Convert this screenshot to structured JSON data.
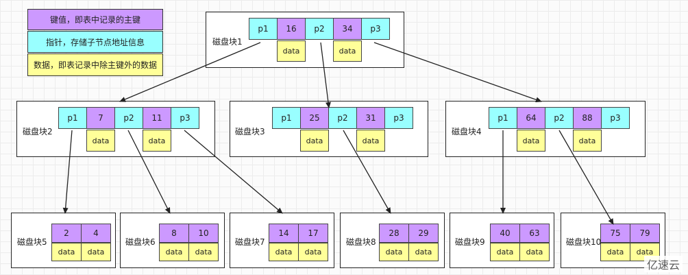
{
  "colors": {
    "pointer": "#99ffff",
    "key": "#cc99ff",
    "data": "#ffff99"
  },
  "legend": {
    "key": "键值，即表中记录的主键",
    "pointer": "指针，存储子节点地址信息",
    "data": "数据，即表记录中除主键外的数据"
  },
  "blocks": [
    {
      "id": "b1",
      "name": "磁盘块1",
      "pointers": [
        "p1",
        "p2",
        "p3"
      ],
      "keys": [
        "16",
        "34"
      ],
      "data": [
        "data",
        "data"
      ]
    },
    {
      "id": "b2",
      "name": "磁盘块2",
      "pointers": [
        "p1",
        "p2",
        "p3"
      ],
      "keys": [
        "7",
        "11"
      ],
      "data": [
        "data",
        "data"
      ]
    },
    {
      "id": "b3",
      "name": "磁盘块3",
      "pointers": [
        "p1",
        "p2",
        "p3"
      ],
      "keys": [
        "25",
        "31"
      ],
      "data": [
        "data",
        "data"
      ]
    },
    {
      "id": "b4",
      "name": "磁盘块4",
      "pointers": [
        "p1",
        "p2",
        "p3"
      ],
      "keys": [
        "64",
        "88"
      ],
      "data": [
        "data",
        "data"
      ]
    },
    {
      "id": "b5",
      "name": "磁盘块5",
      "keys": [
        "2",
        "4"
      ],
      "data": [
        "data",
        "data"
      ]
    },
    {
      "id": "b6",
      "name": "磁盘块6",
      "keys": [
        "8",
        "10"
      ],
      "data": [
        "data",
        "data"
      ]
    },
    {
      "id": "b7",
      "name": "磁盘块7",
      "keys": [
        "14",
        "17"
      ],
      "data": [
        "data",
        "data"
      ]
    },
    {
      "id": "b8",
      "name": "磁盘块8",
      "keys": [
        "28",
        "29"
      ],
      "data": [
        "data",
        "data"
      ]
    },
    {
      "id": "b9",
      "name": "磁盘块9",
      "keys": [
        "40",
        "63"
      ],
      "data": [
        "data",
        "data"
      ]
    },
    {
      "id": "b10",
      "name": "磁盘块10",
      "keys": [
        "75",
        "79"
      ],
      "data": [
        "data",
        "data"
      ]
    }
  ],
  "edges": [
    [
      "b1",
      0,
      "b2"
    ],
    [
      "b1",
      1,
      "b3"
    ],
    [
      "b1",
      2,
      "b4"
    ],
    [
      "b2",
      0,
      "b5"
    ],
    [
      "b2",
      1,
      "b6"
    ],
    [
      "b2",
      2,
      "b7"
    ],
    [
      "b3",
      1,
      "b8"
    ],
    [
      "b4",
      0,
      "b9"
    ],
    [
      "b4",
      1,
      "b10"
    ]
  ],
  "watermark": "亿速云"
}
